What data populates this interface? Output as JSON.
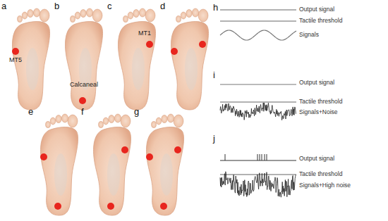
{
  "diagram": {
    "labels": [
      "a",
      "b",
      "c",
      "d",
      "e",
      "f",
      "g",
      "MT5",
      "Calcaneal",
      "MT1",
      "h",
      "i",
      "j",
      "Output signal",
      "Tactile threshold",
      "Signals",
      "Output signal",
      "Tactile threshold",
      "Signals+Noise",
      "Output signal",
      "Tactile threshold",
      "Signals+High noise"
    ]
  }
}
